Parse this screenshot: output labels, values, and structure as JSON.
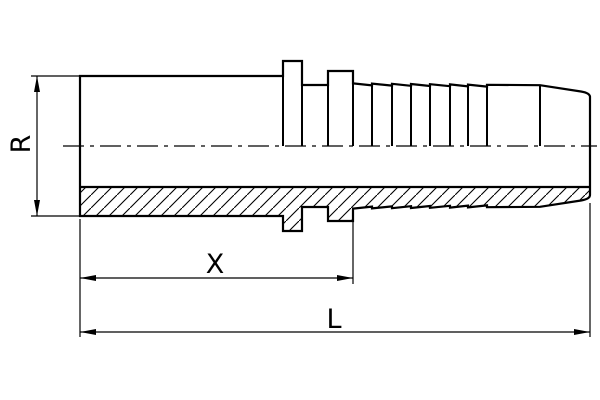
{
  "drawing": {
    "background_color": "#ffffff",
    "line_color": "#000000",
    "dimension_labels": {
      "radius": "R",
      "insert_depth": "X",
      "overall_length": "L"
    }
  }
}
